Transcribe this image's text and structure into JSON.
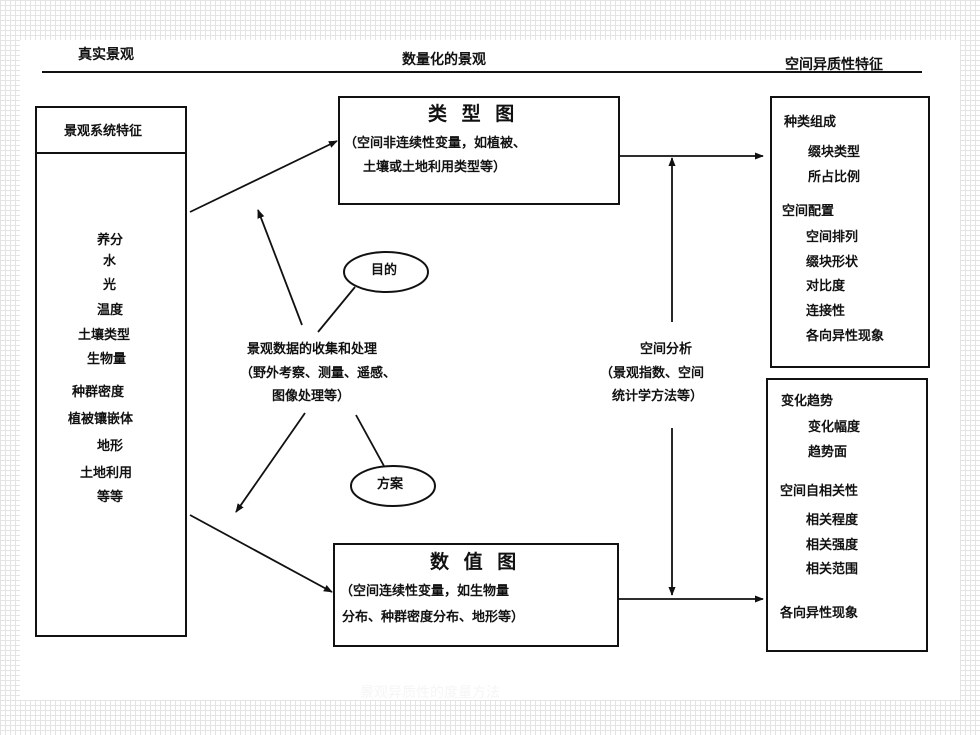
{
  "headers": {
    "left": "真实景观",
    "center": "数量化的景观",
    "right": "空间异质性特征"
  },
  "left_box": {
    "title": "景观系统特征",
    "items": [
      "养分",
      "水",
      "光",
      "温度",
      "土壤类型",
      "生物量",
      "种群密度",
      "植被镶嵌体",
      "地形",
      "土地利用",
      "等等"
    ]
  },
  "type_map": {
    "title": "类 型 图",
    "desc_line1": "（空间非连续性变量，如植被、",
    "desc_line2": "土壤或土地利用类型等）"
  },
  "value_map": {
    "title": "数 值 图",
    "desc_line1": "（空间连续性变量，如生物量",
    "desc_line2": "分布、种群密度分布、地形等）"
  },
  "center": {
    "purpose": "目的",
    "plan": "方案",
    "line1": "景观数据的收集和处理",
    "line2": "（野外考察、测量、遥感、",
    "line3": "图像处理等）"
  },
  "analysis": {
    "line1": "空间分析",
    "line2": "（景观指数、空间",
    "line3": "统计学方法等）"
  },
  "right_top": {
    "group1_title": "种类组成",
    "group1_items": [
      "缀块类型",
      "所占比例"
    ],
    "group2_title": "空间配置",
    "group2_items": [
      "空间排列",
      "缀块形状",
      "对比度",
      "连接性",
      "各向异性现象"
    ]
  },
  "right_bottom": {
    "group1_title": "变化趋势",
    "group1_items": [
      "变化幅度",
      "趋势面"
    ],
    "group2_title": "空间自相关性",
    "group2_items": [
      "相关程度",
      "相关强度",
      "相关范围"
    ],
    "group3_title": "各向异性现象"
  },
  "footer": "景观异质性的度量方法"
}
